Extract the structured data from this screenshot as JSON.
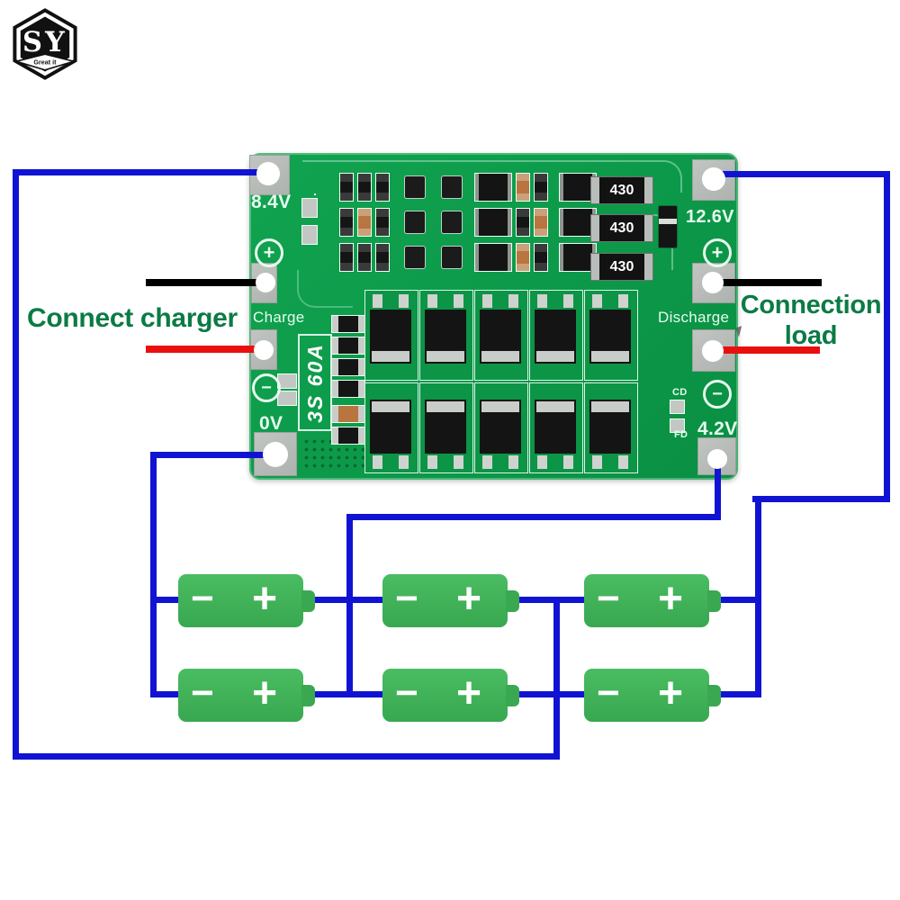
{
  "logo": {
    "brand": "SY",
    "tagline": "Great it"
  },
  "annotations": {
    "charger": "Connect charger",
    "load_line1": "Connection",
    "load_line2": "load"
  },
  "board": {
    "labels": {
      "v84": "8.4V",
      "charge": "Charge",
      "v0": "0V",
      "v126": "12.6V",
      "discharge": "Discharge",
      "v42": "4.2V",
      "cd": "CD",
      "fd": "FD",
      "model": "3S 60A"
    },
    "symbols": {
      "plus": "+",
      "minus": "−"
    },
    "resistors": [
      "430",
      "430",
      "430"
    ]
  },
  "battery": {
    "minus": "−",
    "plus": "+"
  },
  "colors": {
    "wire_blue": "#1113d3",
    "wire_black": "#000000",
    "wire_red": "#e90f0f",
    "pcb_green": "#0d9c4b",
    "battery_green": "#3fb257",
    "annotation_green": "#0b7b45",
    "silkscreen": "#e6fbee",
    "pad_gray": "#b6bab6"
  }
}
